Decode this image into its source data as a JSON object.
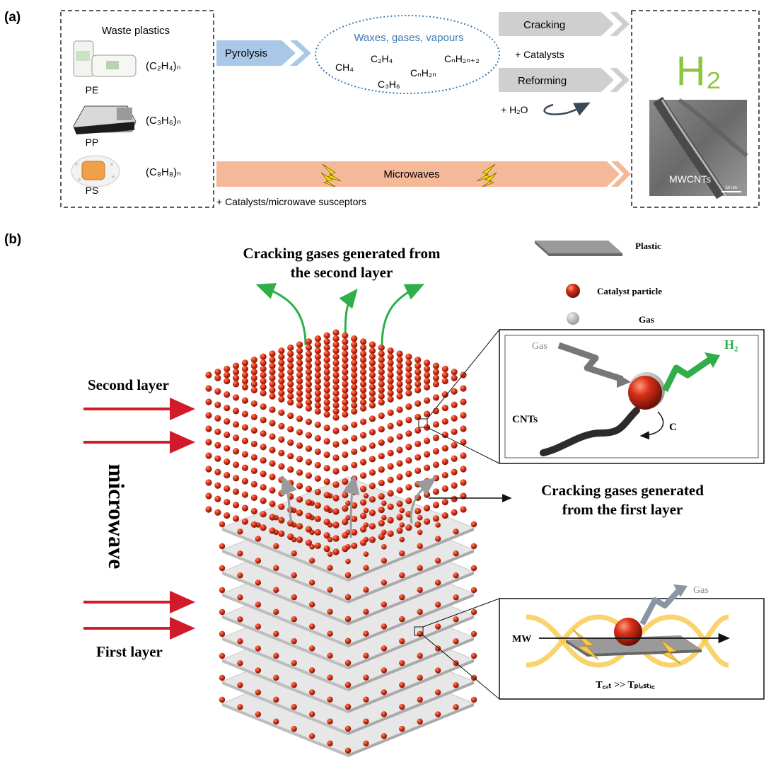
{
  "panel_a": {
    "label": "(a)",
    "waste_title": "Waste plastics",
    "plastics": [
      {
        "code": "PE",
        "formula": "(C₂H₄)ₙ"
      },
      {
        "code": "PP",
        "formula": "(C₃H₆)ₙ"
      },
      {
        "code": "PS",
        "formula": "(C₈H₈)ₙ"
      }
    ],
    "pyrolysis": "Pyrolysis",
    "products_title": "Waxes, gases, vapours",
    "products": [
      "C₂H₄",
      "CₙH₂ₙ₊₂",
      "CH₄",
      "CₙH₂ₙ",
      "C₃H₆"
    ],
    "cracking": "Cracking",
    "catalysts": "+ Catalysts",
    "reforming": "Reforming",
    "water": "+ H₂O",
    "microwaves": "Microwaves",
    "susceptors": "+ Catalysts/microwave susceptors",
    "h2": "H₂",
    "mwcnts": "MWCNTs",
    "scale": "50 nm"
  },
  "panel_b": {
    "label": "(b)",
    "top_title_1": "Cracking gases generated from",
    "top_title_2": "the second layer",
    "legend": [
      {
        "label": "Plastic",
        "color": "#8a8a8a"
      },
      {
        "label": "Catalyst particle",
        "color": "#c8210f"
      },
      {
        "label": "Gas",
        "color": "#bdbdbd"
      }
    ],
    "second_layer": "Second layer",
    "first_layer": "First layer",
    "microwave": "microwave",
    "mid_title_1": "Cracking gases generated",
    "mid_title_2": "from the first layer",
    "inset1": {
      "gas": "Gas",
      "h2": "H₂",
      "cnts": "CNTs",
      "c": "C"
    },
    "inset2": {
      "gas": "Gas",
      "mw": "MW",
      "temp": "T꜀ₐₜ >> Tₚₗₐₛₜᵢ꜀"
    }
  },
  "colors": {
    "pyrolysis": "#a9c8e8",
    "microwave_band": "#f5b99a",
    "process_gray": "#cfcfcf",
    "h2_green": "#8cc63f",
    "product_blue": "#3e78b6",
    "catalyst_red": "#d62b12",
    "arrow_red": "#d11a2a",
    "gas_green": "#2fae4a"
  }
}
